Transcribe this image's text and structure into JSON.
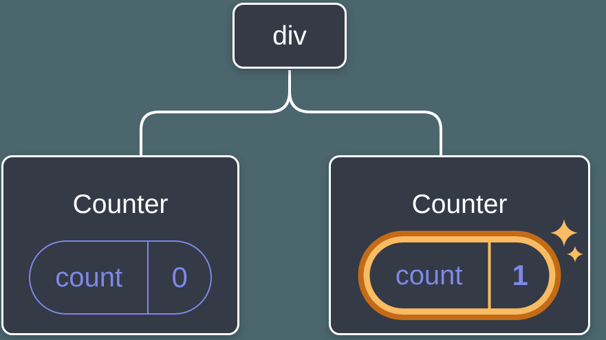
{
  "colors": {
    "background": "#4C666E",
    "card_fill": "#343A46",
    "card_border": "#FFFFFF",
    "connector_line": "#FFFFFF",
    "state_purple": "#7E88E8",
    "highlight_orange_dark": "#C56A15",
    "highlight_orange_light": "#F9BC62",
    "title_text": "#FFFFFF"
  },
  "diagram": {
    "root": {
      "label": "div"
    },
    "children": [
      {
        "title": "Counter",
        "state_name": "count",
        "state_value": "0",
        "highlighted": false
      },
      {
        "title": "Counter",
        "state_name": "count",
        "state_value": "1",
        "highlighted": true
      }
    ]
  },
  "icons": {
    "sparkles": "sparkles-icon"
  }
}
